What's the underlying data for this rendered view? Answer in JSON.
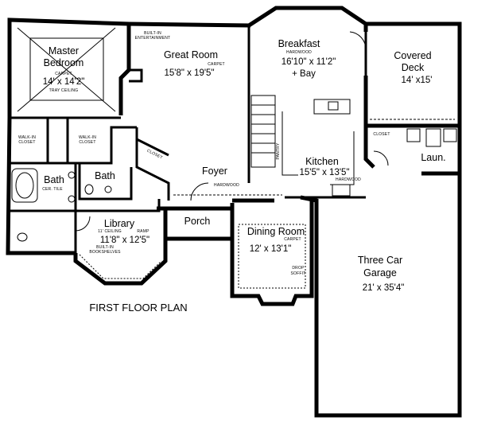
{
  "plan_title": "FIRST FLOOR PLAN",
  "rooms": {
    "master": {
      "name1": "Master",
      "name2": "Bedroom",
      "dims": "14' x 14'2\"",
      "note1": "CARPET",
      "note2": "TRAY CEILING"
    },
    "great": {
      "name": "Great Room",
      "dims": "15'8\" x 19'5\"",
      "note": "CARPET",
      "builtin1": "BUILT-IN",
      "builtin2": "ENTERTAINMENT"
    },
    "breakfast": {
      "name": "Breakfast",
      "dims": "16'10\" x 11'2\"",
      "bay": "+ Bay",
      "note": "HARDWOOD"
    },
    "deck": {
      "name1": "Covered",
      "name2": "Deck",
      "dims": "14' x15'"
    },
    "kitchen": {
      "name": "Kitchen",
      "dims": "15'5\" x 13'5\"",
      "note": "HARDWOOD"
    },
    "foyer": {
      "name": "Foyer",
      "note": "HARDWOOD"
    },
    "bath1": {
      "name": "Bath",
      "note": "CER. TILE"
    },
    "bath2": {
      "name": "Bath"
    },
    "library": {
      "name": "Library",
      "dims": "11'8\" x 12'5\"",
      "note1": "11' CEILING",
      "note2": "RAMP",
      "note3": "BUILT-IN",
      "note4": "BOOKSHELVES"
    },
    "porch": {
      "name": "Porch"
    },
    "dining": {
      "name": "Dining Room",
      "dims": "12' x 13'1\"",
      "note": "CARPET",
      "drop1": "DROP",
      "drop2": "SOFFIT"
    },
    "garage": {
      "name1": "Three Car",
      "name2": "Garage",
      "dims": "21' x 35'4\""
    },
    "laundry": {
      "name": "Laun."
    },
    "walkin1": {
      "line1": "WALK-IN",
      "line2": "CLOSET"
    },
    "walkin2": {
      "line1": "WALK-IN",
      "line2": "CLOSET"
    },
    "closet1": {
      "label": "CLOSET"
    },
    "closet2": {
      "label": "CLOSET"
    },
    "pantry": {
      "label": "PANTRY"
    }
  }
}
